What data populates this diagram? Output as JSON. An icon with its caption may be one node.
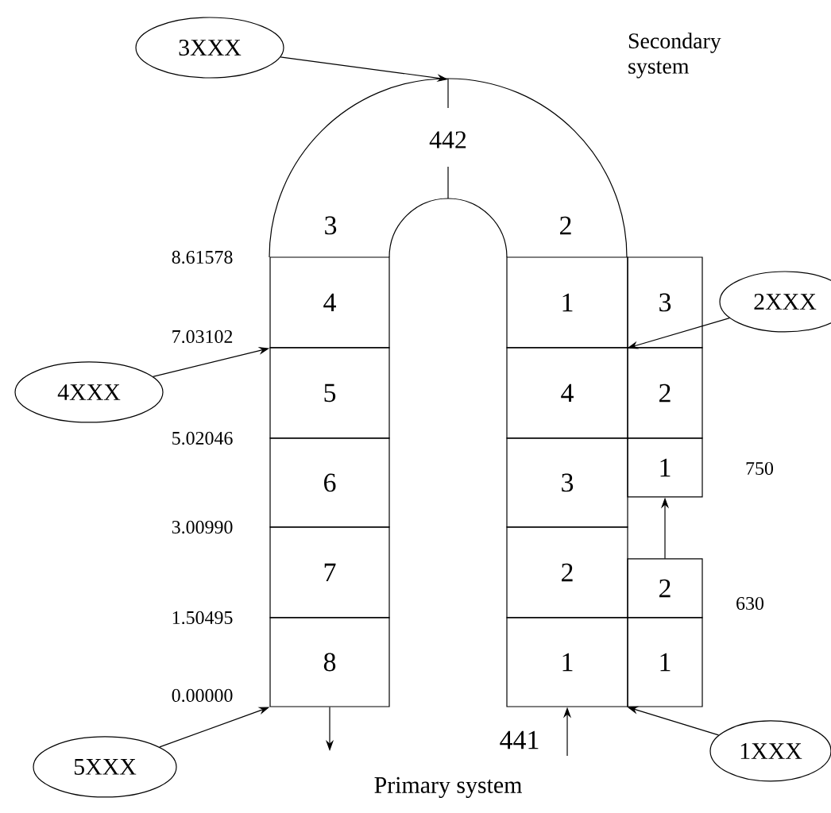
{
  "diagram": {
    "nodes": [
      {
        "text": [
          "3XXX"
        ]
      },
      {
        "text": [
          "3"
        ]
      },
      {
        "text": [
          "2"
        ]
      },
      {
        "text": [
          "4"
        ]
      },
      {
        "text": [
          "1"
        ]
      },
      {
        "text": [
          "3"
        ]
      },
      {
        "text": [
          "2XXX"
        ]
      },
      {
        "text": [
          "4XXX"
        ]
      },
      {
        "text": [
          "5"
        ]
      },
      {
        "text": [
          "4"
        ]
      },
      {
        "text": [
          "2"
        ]
      },
      {
        "text": [
          "6"
        ]
      },
      {
        "text": [
          "3"
        ]
      },
      {
        "text": [
          "1"
        ]
      },
      {
        "text": [
          "7"
        ]
      },
      {
        "text": [
          "2"
        ]
      },
      {
        "text": [
          "2"
        ]
      },
      {
        "text": [
          "8"
        ]
      },
      {
        "text": [
          "1"
        ]
      },
      {
        "text": [
          "1"
        ]
      },
      {
        "text": [
          "5XXX"
        ]
      },
      {
        "text": [
          "1XXX"
        ]
      }
    ],
    "edges": [
      {
        "from": 0,
        "to": 1,
        "arrow": "to"
      },
      {
        "from": 6,
        "to": 5,
        "arrow": "to"
      },
      {
        "from": 7,
        "to": 3,
        "arrow": "to"
      },
      {
        "from": 17,
        "to": null,
        "arrow": "to"
      },
      {
        "from": 16,
        "to": 13,
        "arrow": "to"
      },
      {
        "from": null,
        "to": 18,
        "arrow": "to",
        "label": "441"
      },
      {
        "from": 20,
        "to": 17,
        "arrow": "to"
      },
      {
        "from": 21,
        "to": 19,
        "arrow": "to"
      }
    ],
    "labels": [
      "Secondary system",
      "442",
      "8.61578",
      "7.03102",
      "5.02046",
      "750",
      "3.00990",
      "630",
      "1.50495",
      "0.00000",
      "Primary system"
    ]
  }
}
